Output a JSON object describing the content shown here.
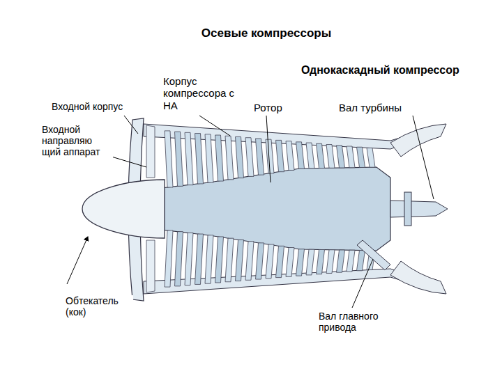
{
  "diagram": {
    "title": "Осевые компрессоры",
    "labels": [
      "Однокаскадный компрессор",
      "Входной корпус",
      "Корпус компрессора с НА",
      "Ротор",
      "Вал турбины",
      "Входной направляю щий аппарат",
      "Обтекатель (кок)",
      "Вал главного привода"
    ]
  }
}
